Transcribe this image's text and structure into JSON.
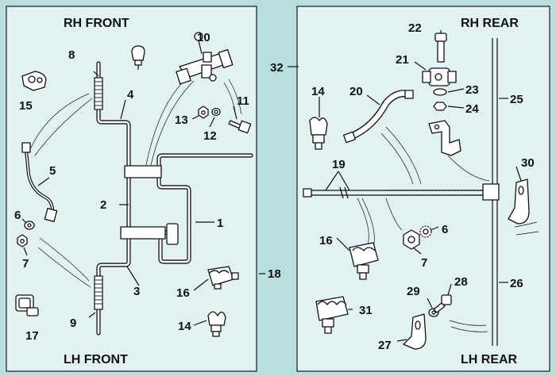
{
  "colors": {
    "background": "#b9dee0",
    "panel": "#e2f2f2",
    "ink": "#111111"
  },
  "headings": {
    "rh_front": "RH FRONT",
    "lh_front": "LH FRONT",
    "rh_rear": "RH REAR",
    "lh_rear": "LH REAR"
  },
  "front_callouts": [
    "1",
    "2",
    "3",
    "4",
    "5",
    "6",
    "7",
    "8",
    "9",
    "10",
    "11",
    "12",
    "13",
    "14",
    "15",
    "16",
    "17",
    "18"
  ],
  "rear_callouts": [
    "6",
    "7",
    "14",
    "16",
    "19",
    "20",
    "21",
    "22",
    "23",
    "24",
    "25",
    "26",
    "27",
    "28",
    "29",
    "30",
    "31",
    "32"
  ],
  "parts": [
    {
      "ref": "1",
      "part": "brake-pipe-front-loop"
    },
    {
      "ref": "2",
      "part": "brake-pipe-front-rh-upper"
    },
    {
      "ref": "3",
      "part": "brake-pipe-front-lh"
    },
    {
      "ref": "4",
      "part": "brake-pipe-front-rh"
    },
    {
      "ref": "5",
      "part": "brake-pipe-bundy"
    },
    {
      "ref": "6",
      "part": "washer"
    },
    {
      "ref": "7",
      "part": "nut"
    },
    {
      "ref": "8",
      "part": "brake-hose-rh-front"
    },
    {
      "ref": "9",
      "part": "brake-hose-lh-front"
    },
    {
      "ref": "10",
      "part": "pressure-valve"
    },
    {
      "ref": "11",
      "part": "bolt"
    },
    {
      "ref": "12",
      "part": "washer"
    },
    {
      "ref": "13",
      "part": "nut"
    },
    {
      "ref": "14",
      "part": "pipe-clip"
    },
    {
      "ref": "15",
      "part": "pipe-clip-double"
    },
    {
      "ref": "16",
      "part": "pipe-clip-triple"
    },
    {
      "ref": "17",
      "part": "pipe-clip-square"
    },
    {
      "ref": "18",
      "part": "front-pipe-kit"
    },
    {
      "ref": "19",
      "part": "rear-pipe-assembly"
    },
    {
      "ref": "20",
      "part": "flexible-hose-rear"
    },
    {
      "ref": "21",
      "part": "three-way-union"
    },
    {
      "ref": "22",
      "part": "bolt"
    },
    {
      "ref": "23",
      "part": "washer"
    },
    {
      "ref": "24",
      "part": "nut"
    },
    {
      "ref": "25",
      "part": "brake-pipe-rh-rear"
    },
    {
      "ref": "26",
      "part": "brake-pipe-lh-rear"
    },
    {
      "ref": "27",
      "part": "bracket-lh"
    },
    {
      "ref": "28",
      "part": "bolt"
    },
    {
      "ref": "29",
      "part": "washer"
    },
    {
      "ref": "30",
      "part": "bracket-rh"
    },
    {
      "ref": "31",
      "part": "pipe-clip-quad"
    },
    {
      "ref": "32",
      "part": "rear-pipe-kit"
    }
  ]
}
